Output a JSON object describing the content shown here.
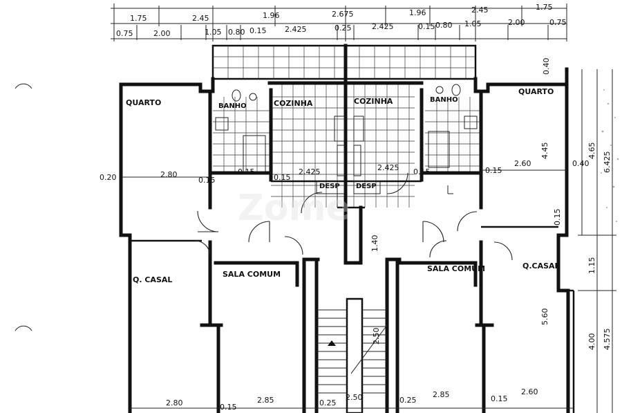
{
  "dimensions": {
    "top_row_1": [
      "1.75",
      "2.45",
      "1.96",
      "2.675",
      "1.96",
      "2.45",
      "1.75"
    ],
    "top_row_2": [
      "0.75",
      "2.00",
      "1.05",
      "0.80",
      "0.15",
      "2.425",
      "0.25",
      "2.425",
      "0.15",
      "0.80",
      "1.05",
      "2.00",
      "0.75"
    ],
    "right_vertical": [
      "4.45",
      "0.40",
      "4.65",
      "6.425",
      "0.15",
      "1.15",
      "4.00",
      "4.575",
      "5.60"
    ],
    "left_side": [
      "0.20",
      "2.80",
      "0.15",
      "0.15",
      "2.425",
      "0.15"
    ],
    "right_side": [
      "0.15",
      "2.425",
      "0.15",
      "2.60",
      "0.40"
    ],
    "bottom_row": [
      "2.80",
      "0.15",
      "2.85",
      "0.25",
      "2.50",
      "0.25",
      "2.85",
      "0.15",
      "2.60"
    ],
    "stair": [
      "1.40",
      "2.50"
    ]
  },
  "rooms": {
    "quarto_left": "QUARTO",
    "quarto_right": "QUARTO",
    "banho_left": "BANHO",
    "banho_right": "BANHO",
    "cozinha_left": "COZINHA",
    "cozinha_right": "COZINHA",
    "desp_left": "DESP",
    "desp_right": "DESP",
    "q_casal_left": "Q. CASAL",
    "q_casal_right": "Q.CASAL",
    "sala_left": "SALA COMUM",
    "sala_right": "SALA COMUM"
  },
  "watermark": "Zome"
}
